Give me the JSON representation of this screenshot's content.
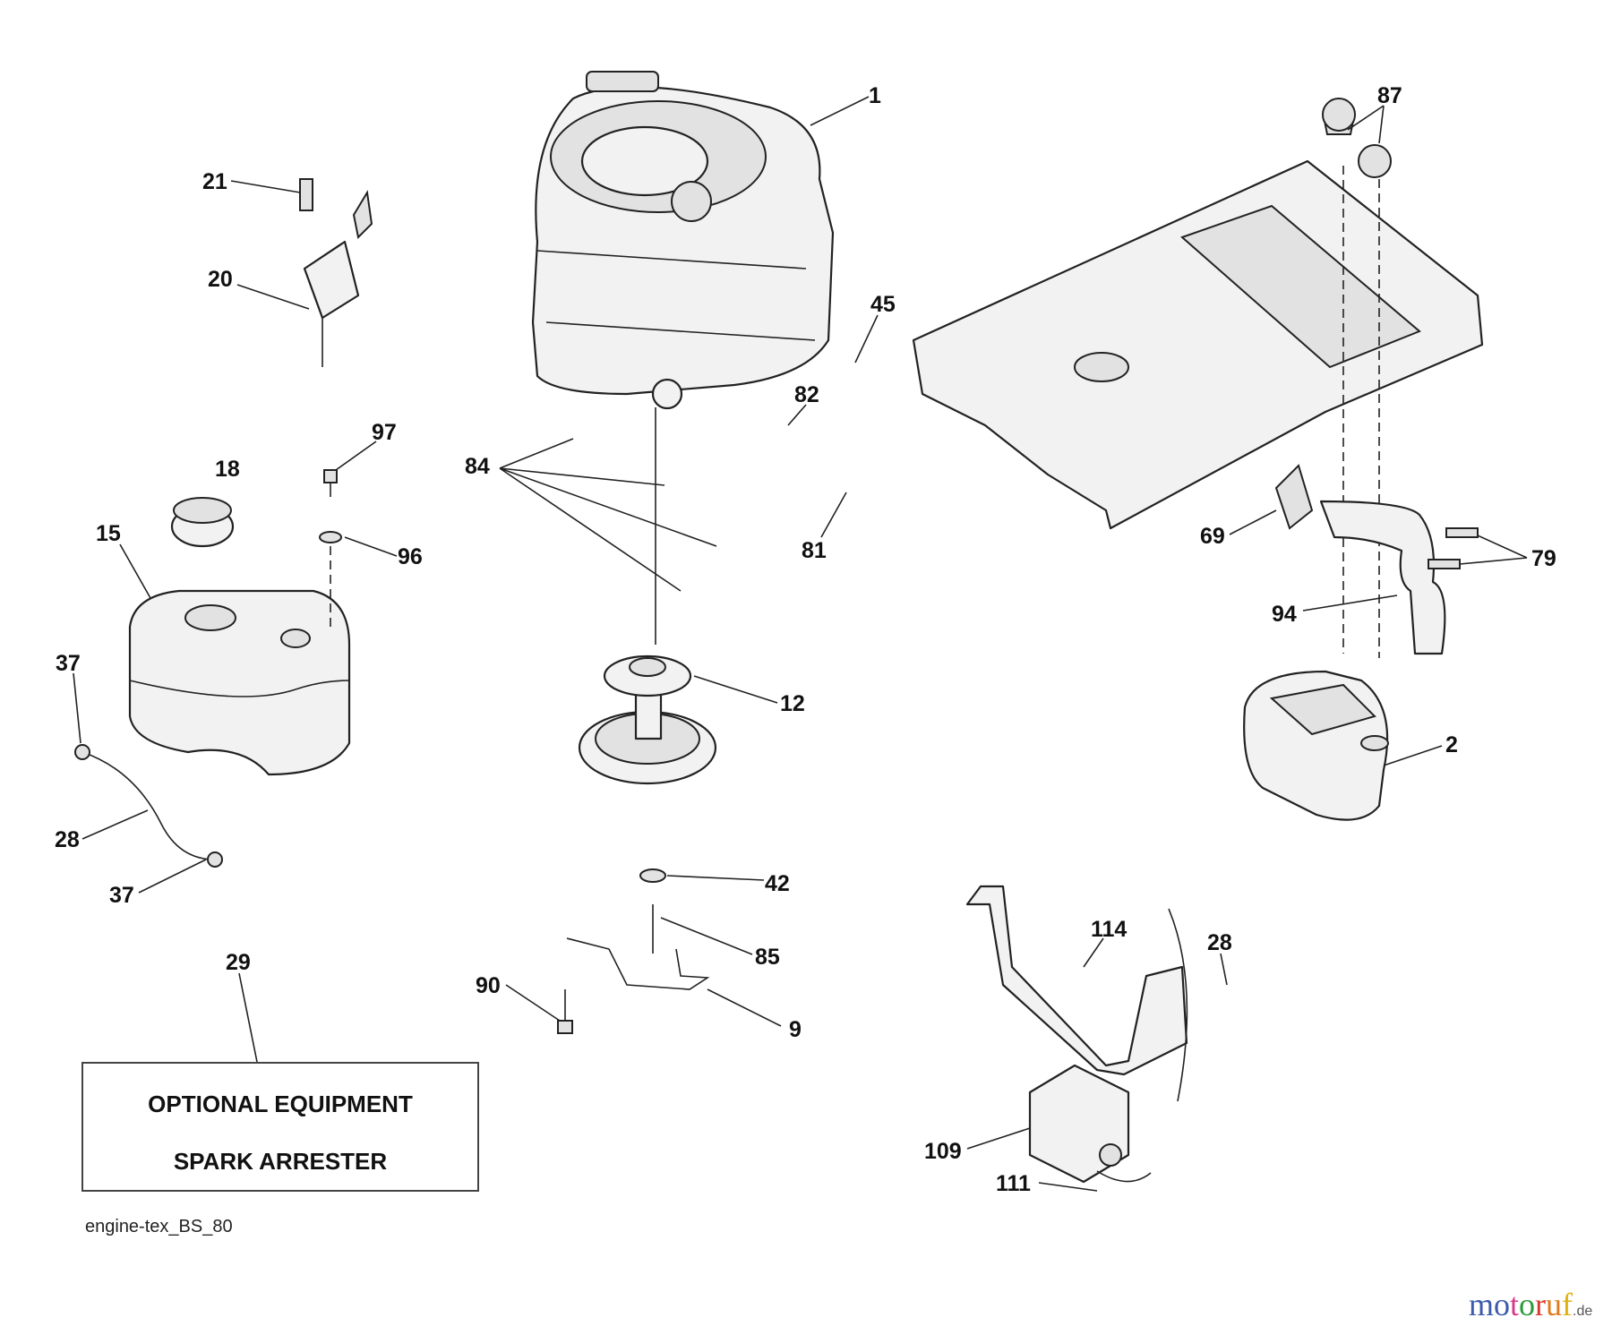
{
  "diagram": {
    "callouts": {
      "c1": "1",
      "c87": "87",
      "c21": "21",
      "c20": "20",
      "c45": "45",
      "c82": "82",
      "c97": "97",
      "c18": "18",
      "c84": "84",
      "c15": "15",
      "c96": "96",
      "c81": "81",
      "c69": "69",
      "c79": "79",
      "c94": "94",
      "c37a": "37",
      "c12": "12",
      "c2": "2",
      "c28a": "28",
      "c37b": "37",
      "c42": "42",
      "c29": "29",
      "c114": "114",
      "c28b": "28",
      "c85": "85",
      "c90": "90",
      "c9": "9",
      "c109": "109",
      "c111": "111"
    },
    "optional_box": {
      "line1": "OPTIONAL EQUIPMENT",
      "line2": "SPARK ARRESTER"
    },
    "caption": "engine-tex_BS_80"
  },
  "watermark": {
    "letters": [
      "m",
      "o",
      "t",
      "o",
      "r",
      "u",
      "f"
    ],
    "suffix": ".de",
    "colors": [
      "#3b5bab",
      "#3b5bab",
      "#d63a8a",
      "#2a9a3a",
      "#d63a2a",
      "#e07a1a",
      "#e0b010"
    ]
  }
}
